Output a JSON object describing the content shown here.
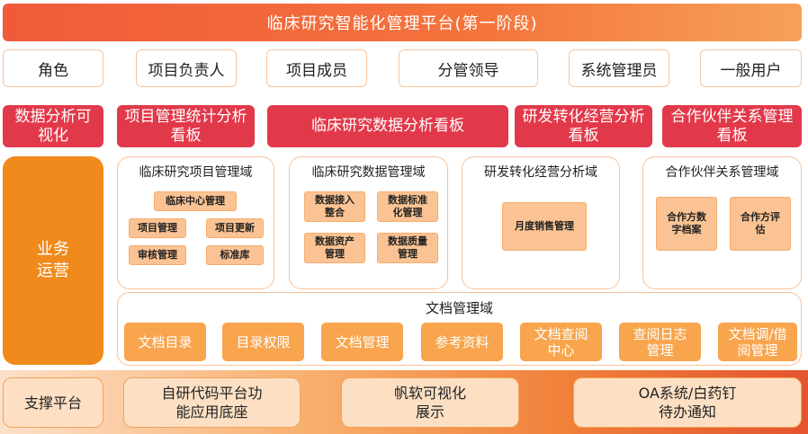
{
  "title": "临床研究智能化管理平台(第一阶段)",
  "roles": [
    "角色",
    "项目负责人",
    "项目成员",
    "分管领导",
    "系统管理员",
    "一般用户"
  ],
  "boards": {
    "data_analysis": "数据分析可视化",
    "items": [
      "项目管理统计分析看板",
      "临床研究数据分析看板",
      "研发转化经营分析看板",
      "合作伙伴关系管理看板"
    ]
  },
  "business": "业务运营",
  "domains": [
    {
      "title": "临床研究项目管理域",
      "chips": [
        "临床中心管理",
        "项目管理",
        "项目更新",
        "审核管理",
        "标准库"
      ]
    },
    {
      "title": "临床研究数据管理域",
      "chips": [
        "数据接入整合",
        "数据标准化管理",
        "数据资产管理",
        "数据质量管理"
      ]
    },
    {
      "title": "研发转化经营分析域",
      "chips": [
        "月度销售管理"
      ]
    },
    {
      "title": "合作伙伴关系管理域",
      "chips": [
        "合作方数字档案",
        "合作方评估"
      ]
    }
  ],
  "doc_domain": {
    "title": "文档管理域",
    "items": [
      "文档目录",
      "目录权限",
      "文档管理",
      "参考资料",
      "文档查阅中心",
      "查阅日志管理",
      "文档调/借阅管理"
    ]
  },
  "support": {
    "label": "支撑平台",
    "items": [
      "自研代码平台功能应用底座",
      "帆软可视化展示",
      "OA系统/白药钉待办通知"
    ]
  }
}
